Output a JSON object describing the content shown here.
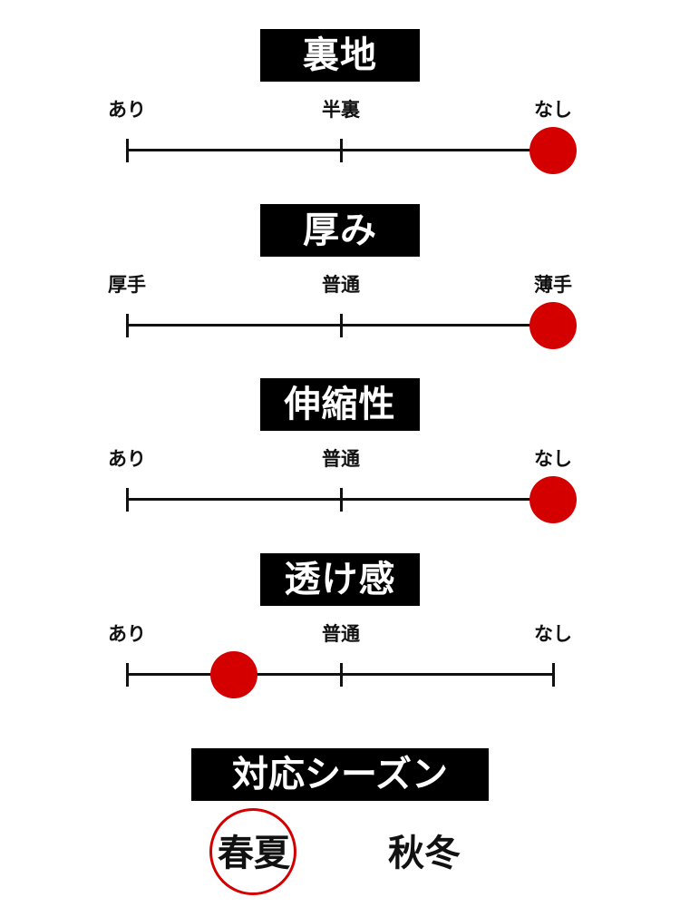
{
  "accent_color": "#d40000",
  "scales": [
    {
      "title": "裏地",
      "labels": [
        "あり",
        "半裏",
        "なし"
      ],
      "value": 1.0
    },
    {
      "title": "厚み",
      "labels": [
        "厚手",
        "普通",
        "薄手"
      ],
      "value": 1.0
    },
    {
      "title": "伸縮性",
      "labels": [
        "あり",
        "普通",
        "なし"
      ],
      "value": 1.0
    },
    {
      "title": "透け感",
      "labels": [
        "あり",
        "普通",
        "なし"
      ],
      "value": 0.25
    }
  ],
  "season": {
    "title": "対応シーズン",
    "options": [
      {
        "label": "春夏",
        "selected": true
      },
      {
        "label": "秋冬",
        "selected": false
      }
    ]
  }
}
